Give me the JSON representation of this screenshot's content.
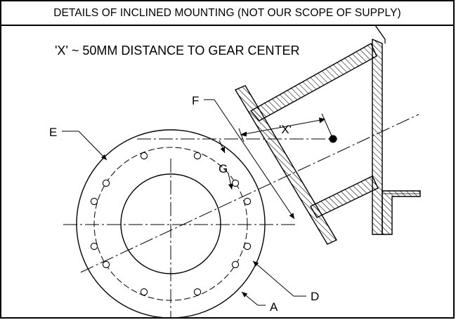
{
  "drawing": {
    "title": "DETAILS OF INCLINED MOUNTING (NOT OUR SCOPE OF SUPPLY)",
    "note": "'X' ~ 50MM DISTANCE TO GEAR CENTER",
    "dimension_label": "'X'",
    "labels": {
      "a": "A",
      "d": "D",
      "e": "E",
      "f": "F",
      "g": "G"
    }
  },
  "colors": {
    "line": "#000000",
    "background": "#ffffff"
  }
}
